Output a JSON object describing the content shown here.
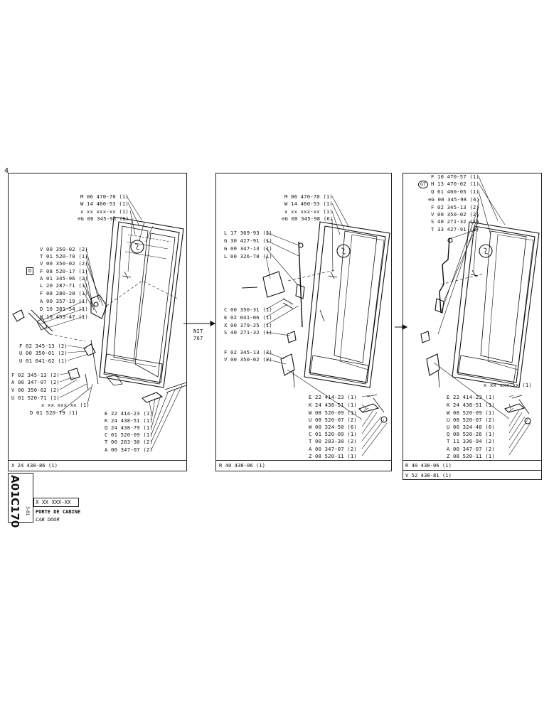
{
  "corner_mark": "4",
  "panel1": {
    "labels_top": [
      "M 06 470-70 (1)",
      "W 14 460-53 (1)",
      "x xx xxx-xx (1)",
      "⊖G 00 345-98 (6)"
    ],
    "labels_left": [
      "V 00 350-02 (2)",
      "T 01 520-70 (1)",
      "V 00 350-02 (2)",
      "F 08 520-17 (1)",
      "A 01 345-96 (2)",
      "L 20 287-71 (1)",
      "F 08 280-28 (1)",
      "A 00 357-19 (1)",
      "D 10 381-54 (1)",
      "W 10 453-47 (1)"
    ],
    "labels_left2": [
      "F 02 345-13 (2)",
      "U 00 350-01 (2)",
      "U 01 041-62 (1)"
    ],
    "labels_left3": [
      "F 02 345-13 (2)",
      "A 00 347-07 (2)",
      "V 00 350-02 (2)",
      "U 01 520-71 (1)",
      "x xx xxx-xx (1)",
      "D 01 520-79 (1)"
    ],
    "labels_bottom": [
      "E 22 414-23 (1)",
      "K 24 438-51 (1)",
      "Q 24 438-79 (1)",
      "C 01 520-09 (1)",
      "T 00 283-30 (2)",
      "A 00 347-07 (2)"
    ],
    "d_marker": "D",
    "footer": "X 24 438-86 (1)"
  },
  "panel2": {
    "labels_top": [
      "M 06 470-70 (1)",
      "W 14 460-53 (1)",
      "x xx xxx-xx (1)",
      "⊖G 00 345-98 (6)"
    ],
    "labels_left": [
      "L 17 369-93 (2)",
      "G 30 427-91 (1)",
      "G 00 347-13 (1)",
      "L 00 326-70 (1)"
    ],
    "labels_mid": [
      "C 00 350-31 (1)",
      "E 02 041-06 (1)",
      "X 00 379-25 (1)",
      "S 40 271-32 (1)"
    ],
    "labels_mid2": [
      "F 02 345-13 (2)",
      "V 00 350-02 (2)"
    ],
    "labels_bottom": [
      "E 22 414-23 (1)",
      "K 24 438-51 (1)",
      "W 08 520-09 (1)",
      "U 08 520-07 (2)",
      "W 00 324-50 (6)",
      "C 01 520-09 (1)",
      "T 00 283-30 (2)",
      "A 00 347-07 (2)",
      "Z 08 520-11 (1)"
    ],
    "footer": "R 40 438-06 (1)"
  },
  "panel3": {
    "labels_top": [
      "F 10 470-57 (1)",
      "H 13 470-02 (1)",
      "Q 61 460-05 (1)",
      "⊖G 00 345-98 (6)",
      "F 02 345-13 (2)",
      "V 00 350-02 (2)",
      "S 40 271-32 (1)",
      "T 33 427-91 (1)"
    ],
    "gt_marker": "GT",
    "label_xx": "x xx xxx-xx (1)",
    "labels_bottom": [
      "E 22 414-23 (1)",
      "K 24 438-51 (1)",
      "W 08 520-09 (1)",
      "U 08 520-07 (2)",
      "U 00 324-48 (6)",
      "Q 08 520-26 (1)",
      "T 11 336-94 (2)",
      "A 00 347-07 (2)",
      "Z 08 520-11 (1)"
    ],
    "footer1": "R 40 438-06 (1)",
    "footer2": "V 52 438-81 (1)"
  },
  "link_label_1": "NIT",
  "link_label_2": "767",
  "title_block": {
    "code_a": "A01",
    "code_b": "C170",
    "date": "3-81",
    "ref": "X XX XXX-XX",
    "title_fr": "PORTE DE CABINE",
    "title_en": "CAB DOOR"
  },
  "colors": {
    "ink": "#111111",
    "paper": "#ffffff"
  }
}
